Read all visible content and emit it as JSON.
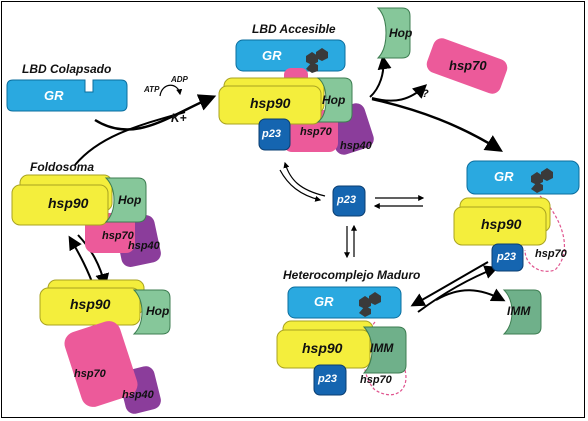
{
  "labels": {
    "lbd_colapsado": "LBD Colapsado",
    "lbd_accesible": "LBD Accesible",
    "foldosoma": "Foldosoma",
    "heterocomplejo": "Heterocomplejo Maduro",
    "atp": "ATP",
    "adp": "ADP",
    "k": "K+",
    "question": "?"
  },
  "proteins": {
    "gr": "GR",
    "hsp90": "hsp90",
    "hop": "Hop",
    "hsp70": "hsp70",
    "hsp40": "hsp40",
    "p23": "p23",
    "imm": "IMM"
  },
  "colors": {
    "gr": "#2aa9e0",
    "hsp90": "#f4ee3c",
    "hop": "#86c79a",
    "hsp70": "#ec5a9a",
    "hsp40": "#8b3d9b",
    "p23": "#1565b0",
    "imm": "#6fb08a"
  }
}
